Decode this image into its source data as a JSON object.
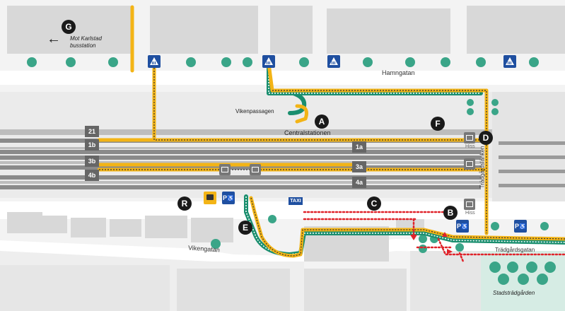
{
  "streets": {
    "hamngatan": "Hamngatan",
    "vikengatan": "Vikengatan",
    "tradgardsgatan": "Trädgårdsgatan",
    "tradgardslanken": "Trädgårdslänken"
  },
  "places": {
    "vikenpassagen": "Vikenpassagen",
    "centralstationen": "Centralstationen",
    "stadstradgarden": "Stadsträdgården"
  },
  "direction": {
    "arrow": "←",
    "line1": "Mot Karlstad",
    "line2": "busstation"
  },
  "markers": [
    "A",
    "B",
    "C",
    "D",
    "E",
    "F",
    "G",
    "R"
  ],
  "platforms": [
    "21",
    "1b",
    "3b",
    "4b",
    "1a",
    "3a",
    "4a"
  ],
  "lift_label": "Hiss",
  "taxi_label": "TAXI",
  "parking_label": "P",
  "colors": {
    "route_yellow": "#f3b416",
    "route_green": "#1a8e6e",
    "route_red": "#e0232a",
    "building": "#d8d8d8",
    "track": "#8a8a8a",
    "tree": "#3aa588",
    "park": "#d6ece4",
    "sign_blue": "#1f4fa0"
  }
}
